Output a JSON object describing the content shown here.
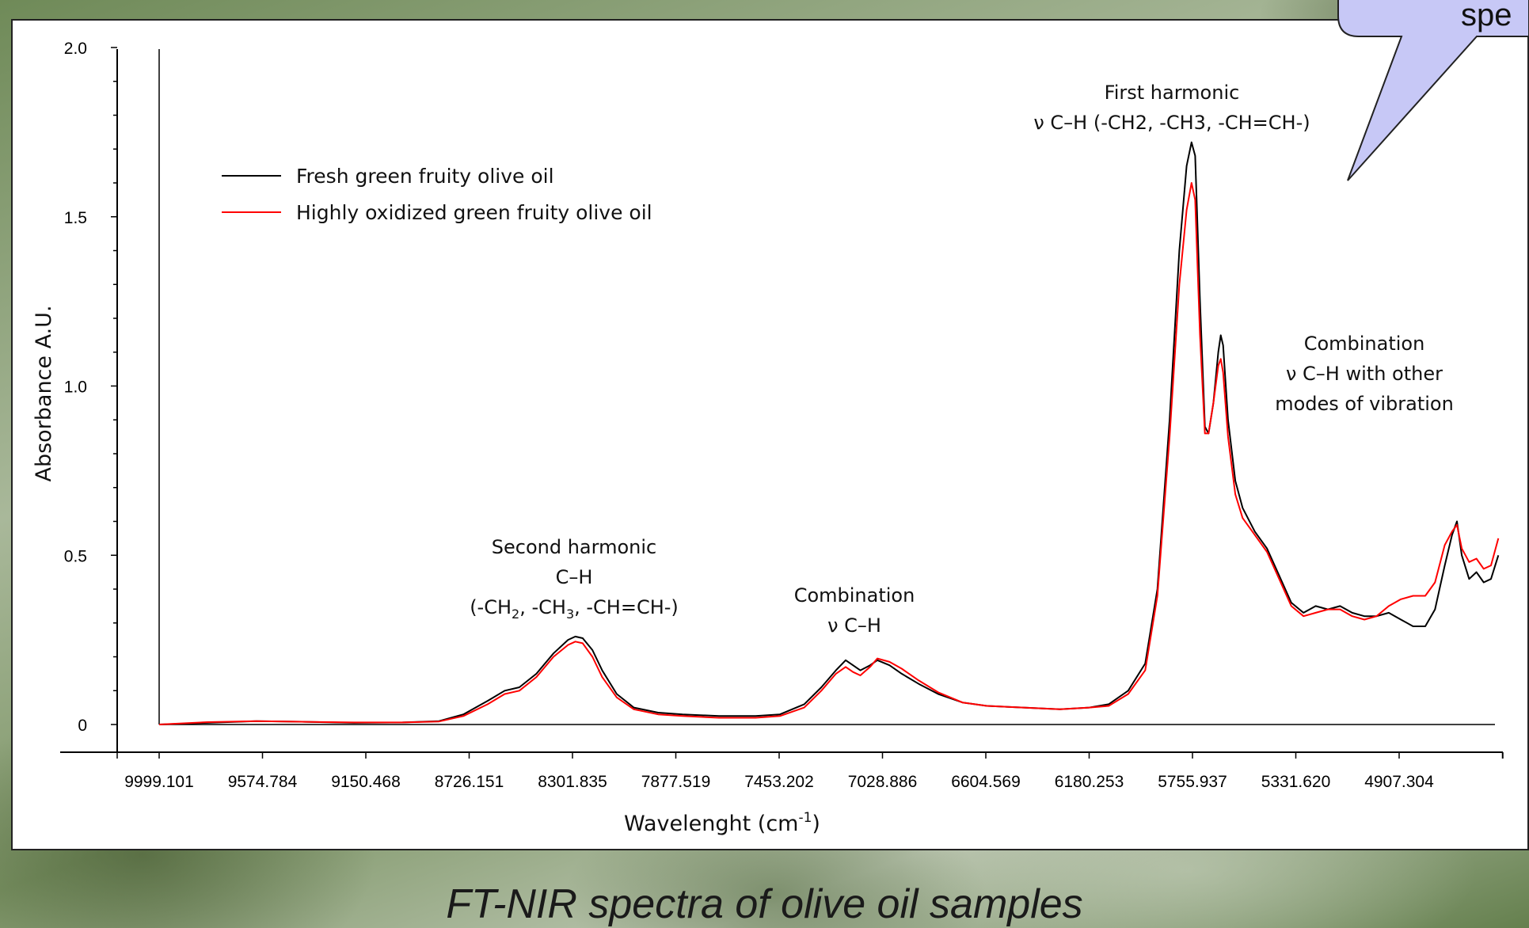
{
  "callout": {
    "text": "spe"
  },
  "caption": "FT-NIR spectra of olive oil samples",
  "chart_data": {
    "type": "line",
    "xlabel": "Wavelenght (cm",
    "xlabel_sup": "-1",
    "xlabel_tail": ")",
    "ylabel": "Absorbance A.U.",
    "xlim": [
      9999.101,
      4482.988
    ],
    "x_reversed": true,
    "ylim": [
      0,
      2.0
    ],
    "x_ticks": [
      "9999.101",
      "9574.784",
      "9150.468",
      "8726.151",
      "8301.835",
      "7877.519",
      "7453.202",
      "7028.886",
      "6604.569",
      "6180.253",
      "5755.937",
      "5331.620",
      "4907.304"
    ],
    "y_ticks": [
      {
        "value": 0,
        "label": "0"
      },
      {
        "value": 0.5,
        "label": "0.5"
      },
      {
        "value": 1.0,
        "label": "1.0"
      },
      {
        "value": 1.5,
        "label": "1.5"
      },
      {
        "value": 2.0,
        "label": "2.0"
      }
    ],
    "grid": false,
    "legend_position": "top-left",
    "series": [
      {
        "name": "Fresh green fruity olive oil",
        "color": "#000000",
        "points": [
          [
            9999,
            0.0
          ],
          [
            9800,
            0.005
          ],
          [
            9600,
            0.01
          ],
          [
            9400,
            0.008
          ],
          [
            9200,
            0.005
          ],
          [
            9000,
            0.006
          ],
          [
            8850,
            0.01
          ],
          [
            8750,
            0.03
          ],
          [
            8650,
            0.07
          ],
          [
            8580,
            0.1
          ],
          [
            8520,
            0.11
          ],
          [
            8450,
            0.15
          ],
          [
            8380,
            0.21
          ],
          [
            8320,
            0.25
          ],
          [
            8290,
            0.26
          ],
          [
            8260,
            0.255
          ],
          [
            8220,
            0.22
          ],
          [
            8180,
            0.16
          ],
          [
            8120,
            0.09
          ],
          [
            8050,
            0.05
          ],
          [
            7950,
            0.035
          ],
          [
            7850,
            0.03
          ],
          [
            7700,
            0.025
          ],
          [
            7550,
            0.025
          ],
          [
            7450,
            0.03
          ],
          [
            7350,
            0.06
          ],
          [
            7280,
            0.11
          ],
          [
            7220,
            0.16
          ],
          [
            7180,
            0.19
          ],
          [
            7150,
            0.175
          ],
          [
            7120,
            0.16
          ],
          [
            7080,
            0.175
          ],
          [
            7050,
            0.19
          ],
          [
            7000,
            0.175
          ],
          [
            6950,
            0.15
          ],
          [
            6880,
            0.12
          ],
          [
            6800,
            0.09
          ],
          [
            6700,
            0.065
          ],
          [
            6600,
            0.055
          ],
          [
            6450,
            0.05
          ],
          [
            6300,
            0.045
          ],
          [
            6180,
            0.05
          ],
          [
            6100,
            0.06
          ],
          [
            6020,
            0.1
          ],
          [
            5950,
            0.18
          ],
          [
            5900,
            0.4
          ],
          [
            5850,
            0.9
          ],
          [
            5810,
            1.4
          ],
          [
            5780,
            1.65
          ],
          [
            5760,
            1.72
          ],
          [
            5745,
            1.68
          ],
          [
            5725,
            1.25
          ],
          [
            5705,
            0.88
          ],
          [
            5690,
            0.86
          ],
          [
            5670,
            0.95
          ],
          [
            5650,
            1.1
          ],
          [
            5640,
            1.15
          ],
          [
            5630,
            1.12
          ],
          [
            5610,
            0.9
          ],
          [
            5580,
            0.72
          ],
          [
            5550,
            0.64
          ],
          [
            5500,
            0.57
          ],
          [
            5450,
            0.52
          ],
          [
            5400,
            0.44
          ],
          [
            5350,
            0.36
          ],
          [
            5300,
            0.33
          ],
          [
            5250,
            0.35
          ],
          [
            5200,
            0.34
          ],
          [
            5150,
            0.35
          ],
          [
            5100,
            0.33
          ],
          [
            5050,
            0.32
          ],
          [
            5000,
            0.32
          ],
          [
            4950,
            0.33
          ],
          [
            4900,
            0.31
          ],
          [
            4850,
            0.29
          ],
          [
            4800,
            0.29
          ],
          [
            4760,
            0.34
          ],
          [
            4720,
            0.47
          ],
          [
            4690,
            0.56
          ],
          [
            4670,
            0.6
          ],
          [
            4650,
            0.5
          ],
          [
            4620,
            0.43
          ],
          [
            4590,
            0.45
          ],
          [
            4560,
            0.42
          ],
          [
            4530,
            0.43
          ],
          [
            4500,
            0.5
          ]
        ]
      },
      {
        "name": "Highly oxidized green fruity olive oil",
        "color": "#ff0000",
        "points": [
          [
            9999,
            0.0
          ],
          [
            9800,
            0.007
          ],
          [
            9600,
            0.01
          ],
          [
            9400,
            0.008
          ],
          [
            9200,
            0.006
          ],
          [
            9000,
            0.006
          ],
          [
            8850,
            0.009
          ],
          [
            8750,
            0.025
          ],
          [
            8650,
            0.06
          ],
          [
            8580,
            0.09
          ],
          [
            8520,
            0.1
          ],
          [
            8450,
            0.14
          ],
          [
            8380,
            0.2
          ],
          [
            8320,
            0.235
          ],
          [
            8290,
            0.245
          ],
          [
            8260,
            0.24
          ],
          [
            8220,
            0.2
          ],
          [
            8180,
            0.14
          ],
          [
            8120,
            0.08
          ],
          [
            8050,
            0.045
          ],
          [
            7950,
            0.03
          ],
          [
            7850,
            0.025
          ],
          [
            7700,
            0.02
          ],
          [
            7550,
            0.02
          ],
          [
            7450,
            0.025
          ],
          [
            7350,
            0.05
          ],
          [
            7280,
            0.1
          ],
          [
            7220,
            0.15
          ],
          [
            7180,
            0.17
          ],
          [
            7150,
            0.155
          ],
          [
            7120,
            0.145
          ],
          [
            7080,
            0.17
          ],
          [
            7050,
            0.195
          ],
          [
            7000,
            0.185
          ],
          [
            6950,
            0.165
          ],
          [
            6880,
            0.13
          ],
          [
            6800,
            0.095
          ],
          [
            6700,
            0.065
          ],
          [
            6600,
            0.055
          ],
          [
            6450,
            0.05
          ],
          [
            6300,
            0.045
          ],
          [
            6180,
            0.05
          ],
          [
            6100,
            0.055
          ],
          [
            6020,
            0.09
          ],
          [
            5950,
            0.16
          ],
          [
            5900,
            0.38
          ],
          [
            5850,
            0.85
          ],
          [
            5810,
            1.3
          ],
          [
            5780,
            1.52
          ],
          [
            5760,
            1.6
          ],
          [
            5745,
            1.55
          ],
          [
            5725,
            1.15
          ],
          [
            5705,
            0.86
          ],
          [
            5690,
            0.86
          ],
          [
            5670,
            0.95
          ],
          [
            5650,
            1.06
          ],
          [
            5640,
            1.08
          ],
          [
            5630,
            1.04
          ],
          [
            5610,
            0.85
          ],
          [
            5580,
            0.68
          ],
          [
            5550,
            0.61
          ],
          [
            5500,
            0.56
          ],
          [
            5450,
            0.51
          ],
          [
            5400,
            0.43
          ],
          [
            5350,
            0.35
          ],
          [
            5300,
            0.32
          ],
          [
            5250,
            0.33
          ],
          [
            5200,
            0.34
          ],
          [
            5150,
            0.34
          ],
          [
            5100,
            0.32
          ],
          [
            5050,
            0.31
          ],
          [
            5000,
            0.32
          ],
          [
            4950,
            0.35
          ],
          [
            4900,
            0.37
          ],
          [
            4850,
            0.38
          ],
          [
            4800,
            0.38
          ],
          [
            4760,
            0.42
          ],
          [
            4720,
            0.53
          ],
          [
            4690,
            0.57
          ],
          [
            4670,
            0.59
          ],
          [
            4650,
            0.52
          ],
          [
            4620,
            0.48
          ],
          [
            4590,
            0.49
          ],
          [
            4560,
            0.46
          ],
          [
            4530,
            0.47
          ],
          [
            4500,
            0.55
          ]
        ]
      }
    ],
    "annotations": [
      {
        "id": "first-harmonic",
        "lines": [
          "First harmonic",
          "ν C–H (-CH2, -CH3, -CH=CH-)"
        ]
      },
      {
        "id": "combination-right",
        "lines": [
          "Combination",
          "ν C–H with other",
          "modes of vibration"
        ]
      },
      {
        "id": "second-harmonic",
        "lines": [
          "Second harmonic",
          "C–H",
          "(-CH",
          "2",
          ", -CH",
          "3",
          ", -CH=CH-)"
        ]
      },
      {
        "id": "combination-mid",
        "lines": [
          "Combination",
          "ν C–H"
        ]
      }
    ]
  }
}
